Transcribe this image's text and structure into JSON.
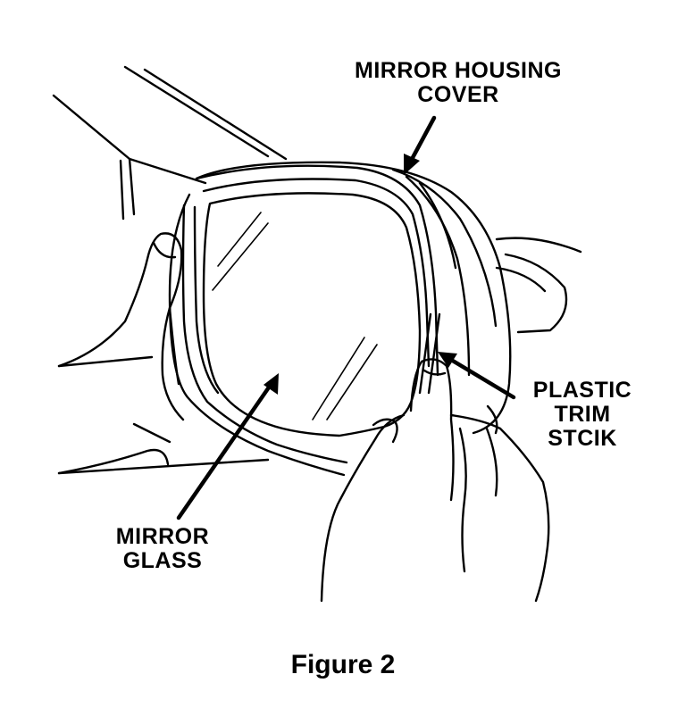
{
  "labels": {
    "housing": {
      "line1": "MIRROR HOUSING",
      "line2": "COVER"
    },
    "trim": {
      "line1": "PLASTIC",
      "line2": "TRIM",
      "line3": "STCIK"
    },
    "glass": {
      "line1": "MIRROR",
      "line2": "GLASS"
    }
  },
  "caption": "Figure 2",
  "colors": {
    "ink": "#000000",
    "paper": "#ffffff"
  }
}
